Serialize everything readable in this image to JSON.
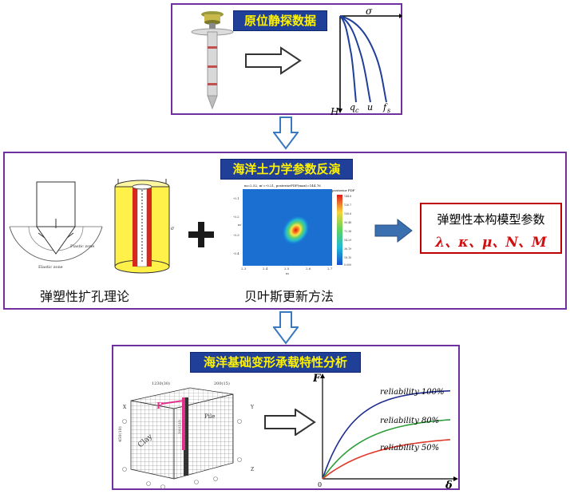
{
  "panels": {
    "top": {
      "title": "原位静探数据",
      "chart": {
        "x_label": "σ",
        "y_label": "H",
        "curve_labels": [
          "q",
          "c",
          "u",
          "f",
          "s"
        ]
      }
    },
    "middle": {
      "title": "海洋土力学参数反演",
      "caption_left": "弹塑性扩孔理论",
      "caption_right": "贝叶斯更新方法",
      "cavity_small_labels": [
        "Plastic zone",
        "Elastic zone"
      ],
      "heatmap": {
        "header": "m=2.52, m'=-0.21, posteriorPDF(max)=144.76",
        "colorbar_title": "posterior PDF",
        "colorbar_ticks": [
          "144.8",
          "126.7",
          "108.6",
          "90.48",
          "72.38",
          "54.29",
          "36.19",
          "18.10",
          "0.000"
        ],
        "x_ticks": [
          "2.3",
          "2.4",
          "2.5",
          "2.6",
          "2.7"
        ],
        "y_ticks": [
          "-0.1",
          "-0.2",
          "-0.3",
          "-0.4"
        ],
        "x_axis_label": "m",
        "y_axis_label": "m'"
      },
      "result_title": "弹塑性本构模型参数",
      "result_params": "λ、κ、μ、N、M"
    },
    "bottom": {
      "title": "海洋基础变形承载特性分析",
      "fem_labels": {
        "force": "F",
        "clay": "Clay",
        "pile": "Pile",
        "dim_top": "1230(30)",
        "dim_right": "200(15)",
        "dim_left": "450(10)",
        "dim_pile": "100(125)",
        "axis_x": "X",
        "axis_y": "Y",
        "axis_z": "Z"
      },
      "chart": {
        "y_label": "F",
        "x_label": "δ",
        "series": [
          {
            "name": "reliability 100%",
            "color": "#1f2d8f"
          },
          {
            "name": "reliability 80%",
            "color": "#2e9e3a"
          },
          {
            "name": "reliability 50%",
            "color": "#e0392b"
          }
        ]
      }
    }
  }
}
